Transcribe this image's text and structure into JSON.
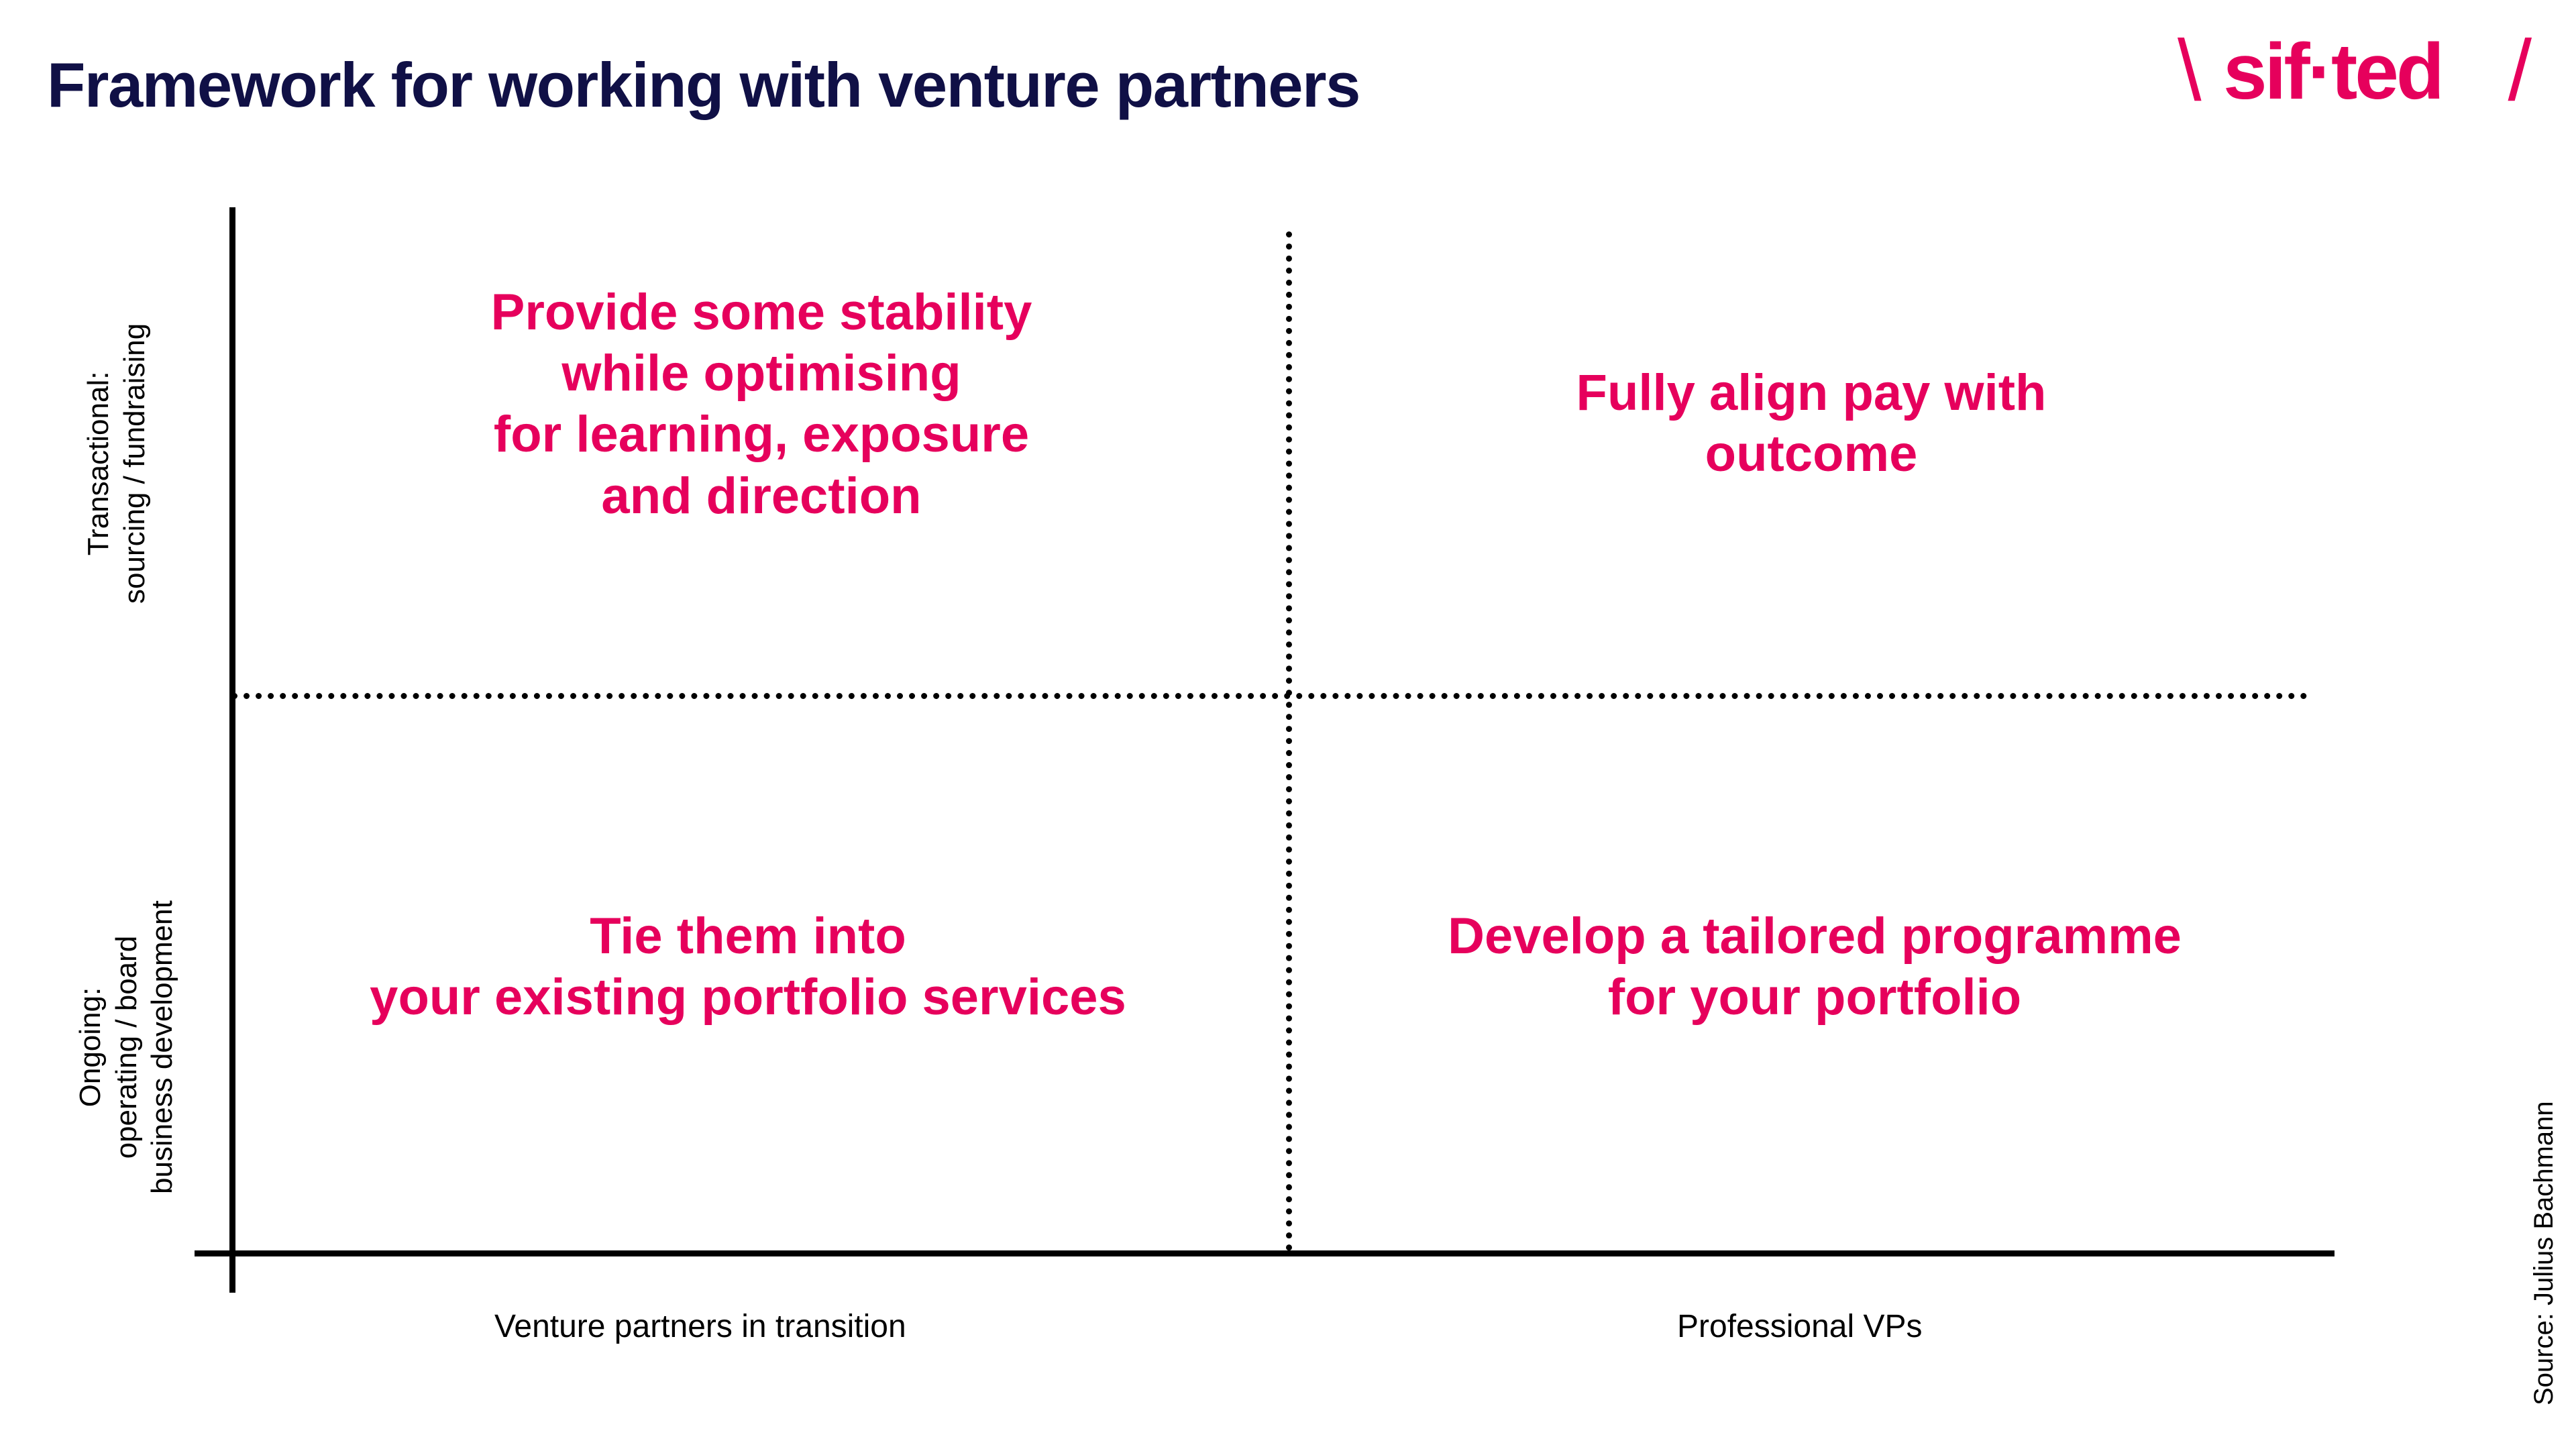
{
  "header": {
    "title": "Framework for working with venture partners",
    "title_color": "#101046",
    "logo": {
      "name": "sifted-logo",
      "word": "sif·ted",
      "left_slash": "\\",
      "right_slash": "/",
      "color": "#E6005C"
    }
  },
  "chart_data": {
    "type": "table",
    "title": "Framework for working with venture partners",
    "layout": "2x2-matrix",
    "grid": false,
    "accent_color": "#E6005C",
    "axis_color": "#000000",
    "xlabel": "",
    "ylabel": "",
    "x_categories": [
      "Venture partners in transition",
      "Professional VPs"
    ],
    "y_categories": [
      "Transactional:\nsourcing / fundraising",
      "Ongoing:\noperating / board\nbusiness development"
    ],
    "cells": [
      {
        "row": "Transactional: sourcing / fundraising",
        "column": "Venture partners in transition",
        "text": "Provide some stability\nwhile optimising\nfor learning, exposure\nand direction"
      },
      {
        "row": "Transactional: sourcing / fundraising",
        "column": "Professional VPs",
        "text": "Fully align pay with\noutcome"
      },
      {
        "row": "Ongoing: operating / board business development",
        "column": "Venture partners in transition",
        "text": "Tie them into\nyour existing portfolio services"
      },
      {
        "row": "Ongoing: operating / board business development",
        "column": "Professional VPs",
        "text": "Develop a tailored programme\nfor your portfolio"
      }
    ]
  },
  "axes": {
    "y_top_label": "Transactional:\nsourcing / fundraising",
    "y_bottom_label": "Ongoing:\noperating / board\nbusiness development",
    "x_left_label": "Venture partners in transition",
    "x_right_label": "Professional VPs"
  },
  "quadrants": {
    "top_left": "Provide some stability\nwhile optimising\nfor learning, exposure\nand direction",
    "top_right": "Fully align pay with\noutcome",
    "bottom_left": "Tie them into\nyour existing portfolio services",
    "bottom_right": "Develop a tailored programme\nfor your portfolio"
  },
  "footer": {
    "source": "Source: Julius Bachmann"
  }
}
